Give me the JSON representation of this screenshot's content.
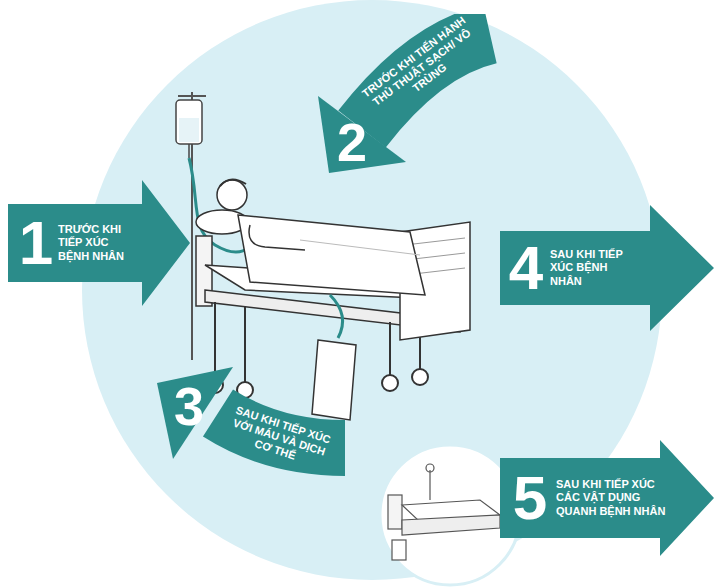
{
  "diagram": {
    "nodes": [
      {
        "text": [
          "1",
          "TRƯỚC KHI TIẾP XÚC BỆNH NHÂN"
        ]
      },
      {
        "text": [
          "2",
          "TRƯỚC KHI TIẾN HÀNH THỦ THUẬT SẠCH/ VÔ TRÙNG"
        ]
      },
      {
        "text": [
          "3",
          "SAU KHI TIẾP XÚC VỚI MÁU VÀ DỊCH CƠ THỂ"
        ]
      },
      {
        "text": [
          "4",
          "SAU KHI TIẾP XÚC BỆNH NHÂN"
        ]
      },
      {
        "text": [
          "5",
          "SAU KHI TIẾP XÚC CÁC VẬT DỤNG QUANH BỆNH NHÂN"
        ]
      }
    ]
  }
}
